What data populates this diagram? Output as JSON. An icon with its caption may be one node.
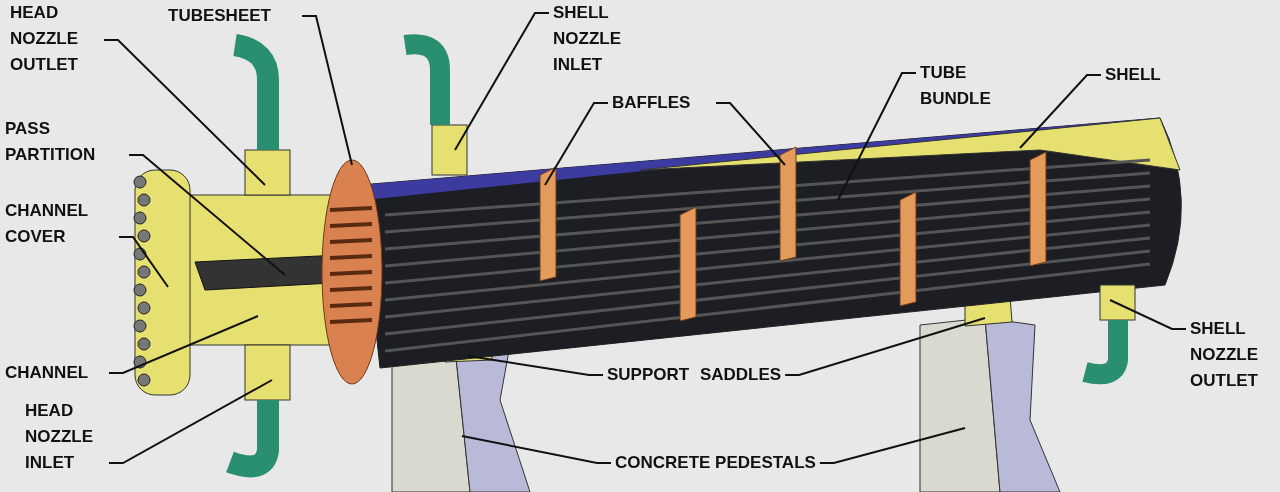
{
  "diagram": {
    "nodes": [
      {
        "text": [
          "HEAD NOZZLE OUTLET"
        ]
      },
      {
        "text": [
          "TUBESHEET"
        ]
      },
      {
        "text": [
          "SHELL NOZZLE INLET"
        ]
      },
      {
        "text": [
          "PASS PARTITION"
        ]
      },
      {
        "text": [
          "CHANNEL COVER"
        ]
      },
      {
        "text": [
          "CHANNEL"
        ]
      },
      {
        "text": [
          "HEAD NOZZLE INLET"
        ]
      },
      {
        "text": [
          "BAFFLES"
        ]
      },
      {
        "text": [
          "TUBE BUNDLE"
        ]
      },
      {
        "text": [
          "SHELL"
        ]
      },
      {
        "text": [
          "SUPPORT SADDLES"
        ]
      },
      {
        "text": [
          "CONCRETE PEDESTALS"
        ]
      },
      {
        "text": [
          "SHELL NOZZLE OUTLET"
        ]
      }
    ],
    "edges": [
      {
        "from": 0,
        "to": null,
        "arrow": "none"
      },
      {
        "from": 1,
        "to": null,
        "arrow": "none"
      },
      {
        "from": 2,
        "to": null,
        "arrow": "none"
      },
      {
        "from": 3,
        "to": null,
        "arrow": "none"
      },
      {
        "from": 4,
        "to": null,
        "arrow": "none"
      },
      {
        "from": 5,
        "to": null,
        "arrow": "none"
      },
      {
        "from": 6,
        "to": null,
        "arrow": "none"
      },
      {
        "from": 7,
        "to": null,
        "arrow": "none"
      },
      {
        "from": 7,
        "to": null,
        "arrow": "none"
      },
      {
        "from": 8,
        "to": null,
        "arrow": "none"
      },
      {
        "from": 9,
        "to": null,
        "arrow": "none"
      },
      {
        "from": 10,
        "to": null,
        "arrow": "none"
      },
      {
        "from": 10,
        "to": null,
        "arrow": "none"
      },
      {
        "from": 11,
        "to": null,
        "arrow": "none"
      },
      {
        "from": 11,
        "to": null,
        "arrow": "none"
      },
      {
        "from": 12,
        "to": null,
        "arrow": "none"
      }
    ]
  }
}
